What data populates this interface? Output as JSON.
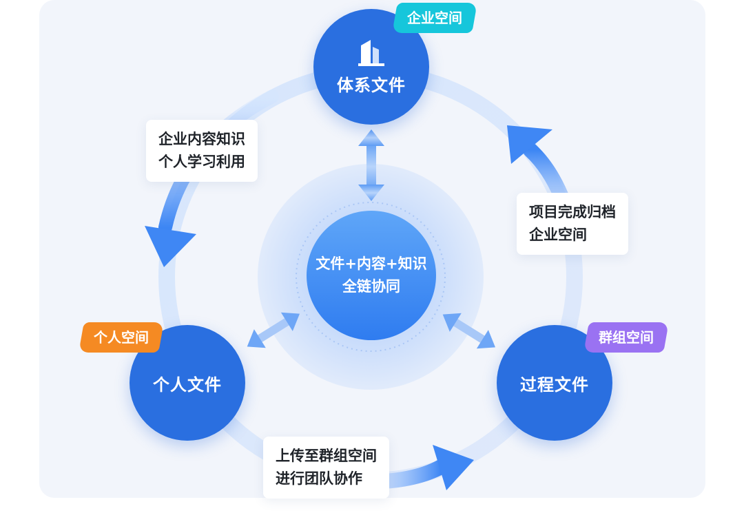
{
  "nodes": {
    "top": {
      "label": "体系文件",
      "tag": "企业空间",
      "icon": "building-icon"
    },
    "left": {
      "label": "个人文件",
      "tag": "个人空间"
    },
    "right": {
      "label": "过程文件",
      "tag": "群组空间"
    }
  },
  "center": {
    "line1": "文件+内容+知识",
    "line2": "全链协同"
  },
  "flows": {
    "top_left": {
      "line1": "企业内容知识",
      "line2": "个人学习利用"
    },
    "right_top": {
      "line1": "项目完成归档",
      "line2": "企业空间"
    },
    "left_right": {
      "line1": "上传至群组空间",
      "line2": "进行团队协作"
    }
  },
  "colors": {
    "node_blue": "#2a6fe0",
    "center_blue": "#4a90f5",
    "tag_cyan": "#16c6db",
    "tag_orange": "#f58a23",
    "tag_purple": "#9a72f2",
    "panel_bg": "#f2f5fb"
  }
}
